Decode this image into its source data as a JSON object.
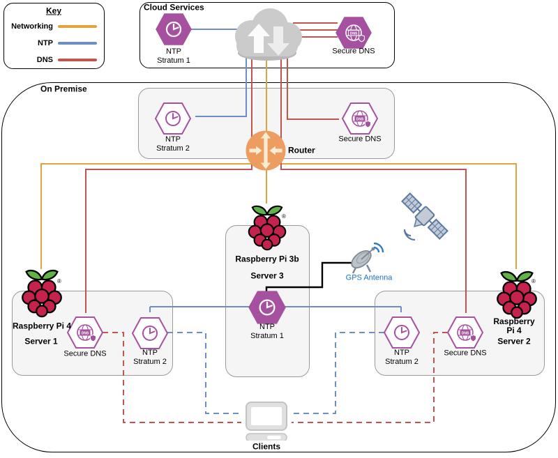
{
  "colors": {
    "networking": "#E2A33D",
    "ntp": "#6B8EC8",
    "dns": "#C25450",
    "purple": "#A5519F",
    "router": "#EE9D60",
    "router_arrows": "#F9ECD4",
    "gps_label": "#1A70C0",
    "box_fill": "#F5F5F5",
    "berry": "#C5234D",
    "leaf": "#62B346"
  },
  "key": {
    "title": "Key",
    "items": [
      {
        "label": "Networking"
      },
      {
        "label": "NTP"
      },
      {
        "label": "DNS"
      }
    ]
  },
  "cloud": {
    "title": "Cloud Services",
    "ntp_label": "NTP\nStratum 1",
    "dns_label": "Secure DNS"
  },
  "onprem": {
    "title": "On Premise",
    "ntp_label": "NTP\nStratum 2",
    "router_label": "Router",
    "dns_label": "Secure DNS"
  },
  "server3": {
    "title": "Raspberry Pi 3b",
    "subtitle": "Server 3",
    "ntp_label": "NTP\nStratum 1"
  },
  "server1": {
    "title": "Raspberry Pi 4",
    "subtitle": "Server 1",
    "dns_label": "Secure DNS",
    "ntp_label": "NTP\nStratum 2"
  },
  "server2": {
    "title": "Raspberry Pi 4",
    "subtitle": "Server 2",
    "ntp_label": "NTP\nStratum 2",
    "dns_label": "Secure DNS"
  },
  "gps_antenna": {
    "label": "GPS Antenna"
  },
  "clients": {
    "label": "Clients"
  },
  "icons": {
    "dns_badge_text": "DNS",
    "registered_mark": "®"
  }
}
